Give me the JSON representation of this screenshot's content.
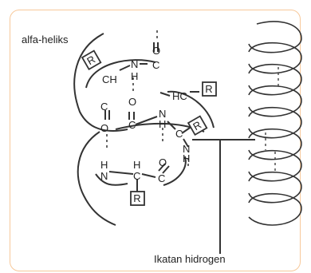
{
  "labels": {
    "alpha_helix": "alfa-heliks",
    "hydrogen_bond": "Ikatan hidrogen"
  },
  "atoms": {
    "r": "R",
    "ch": "CH",
    "n": "N",
    "h": "H",
    "c": "C",
    "o": "O",
    "hc": "HC"
  },
  "colors": {
    "frame_border": "#f7c89a",
    "line": "#333333"
  }
}
